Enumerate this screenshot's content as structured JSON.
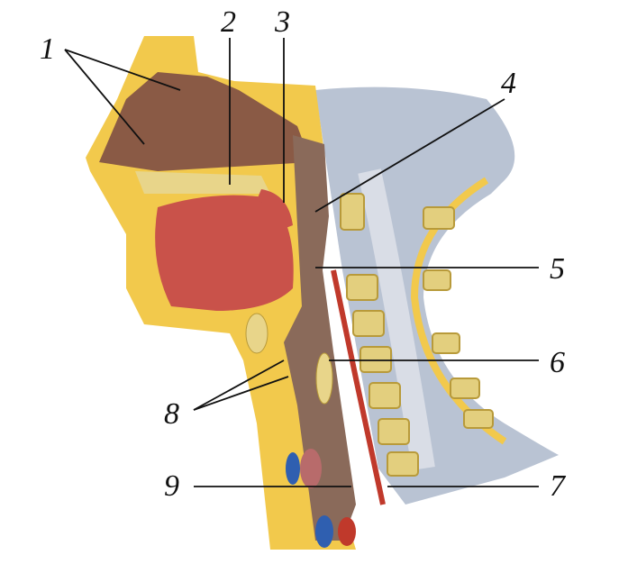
{
  "figure": {
    "labels": [
      "1",
      "2",
      "3",
      "4",
      "5",
      "6",
      "7",
      "8",
      "9"
    ]
  },
  "colors": {
    "bone": "#e8d58a",
    "fat": "#f2c94c",
    "cavity": "#8a5a45",
    "muscle": "#c9524a",
    "neck_soft": "#b9c3d3",
    "vessel_blue": "#2f5fb0",
    "vessel_red": "#c0392b"
  }
}
